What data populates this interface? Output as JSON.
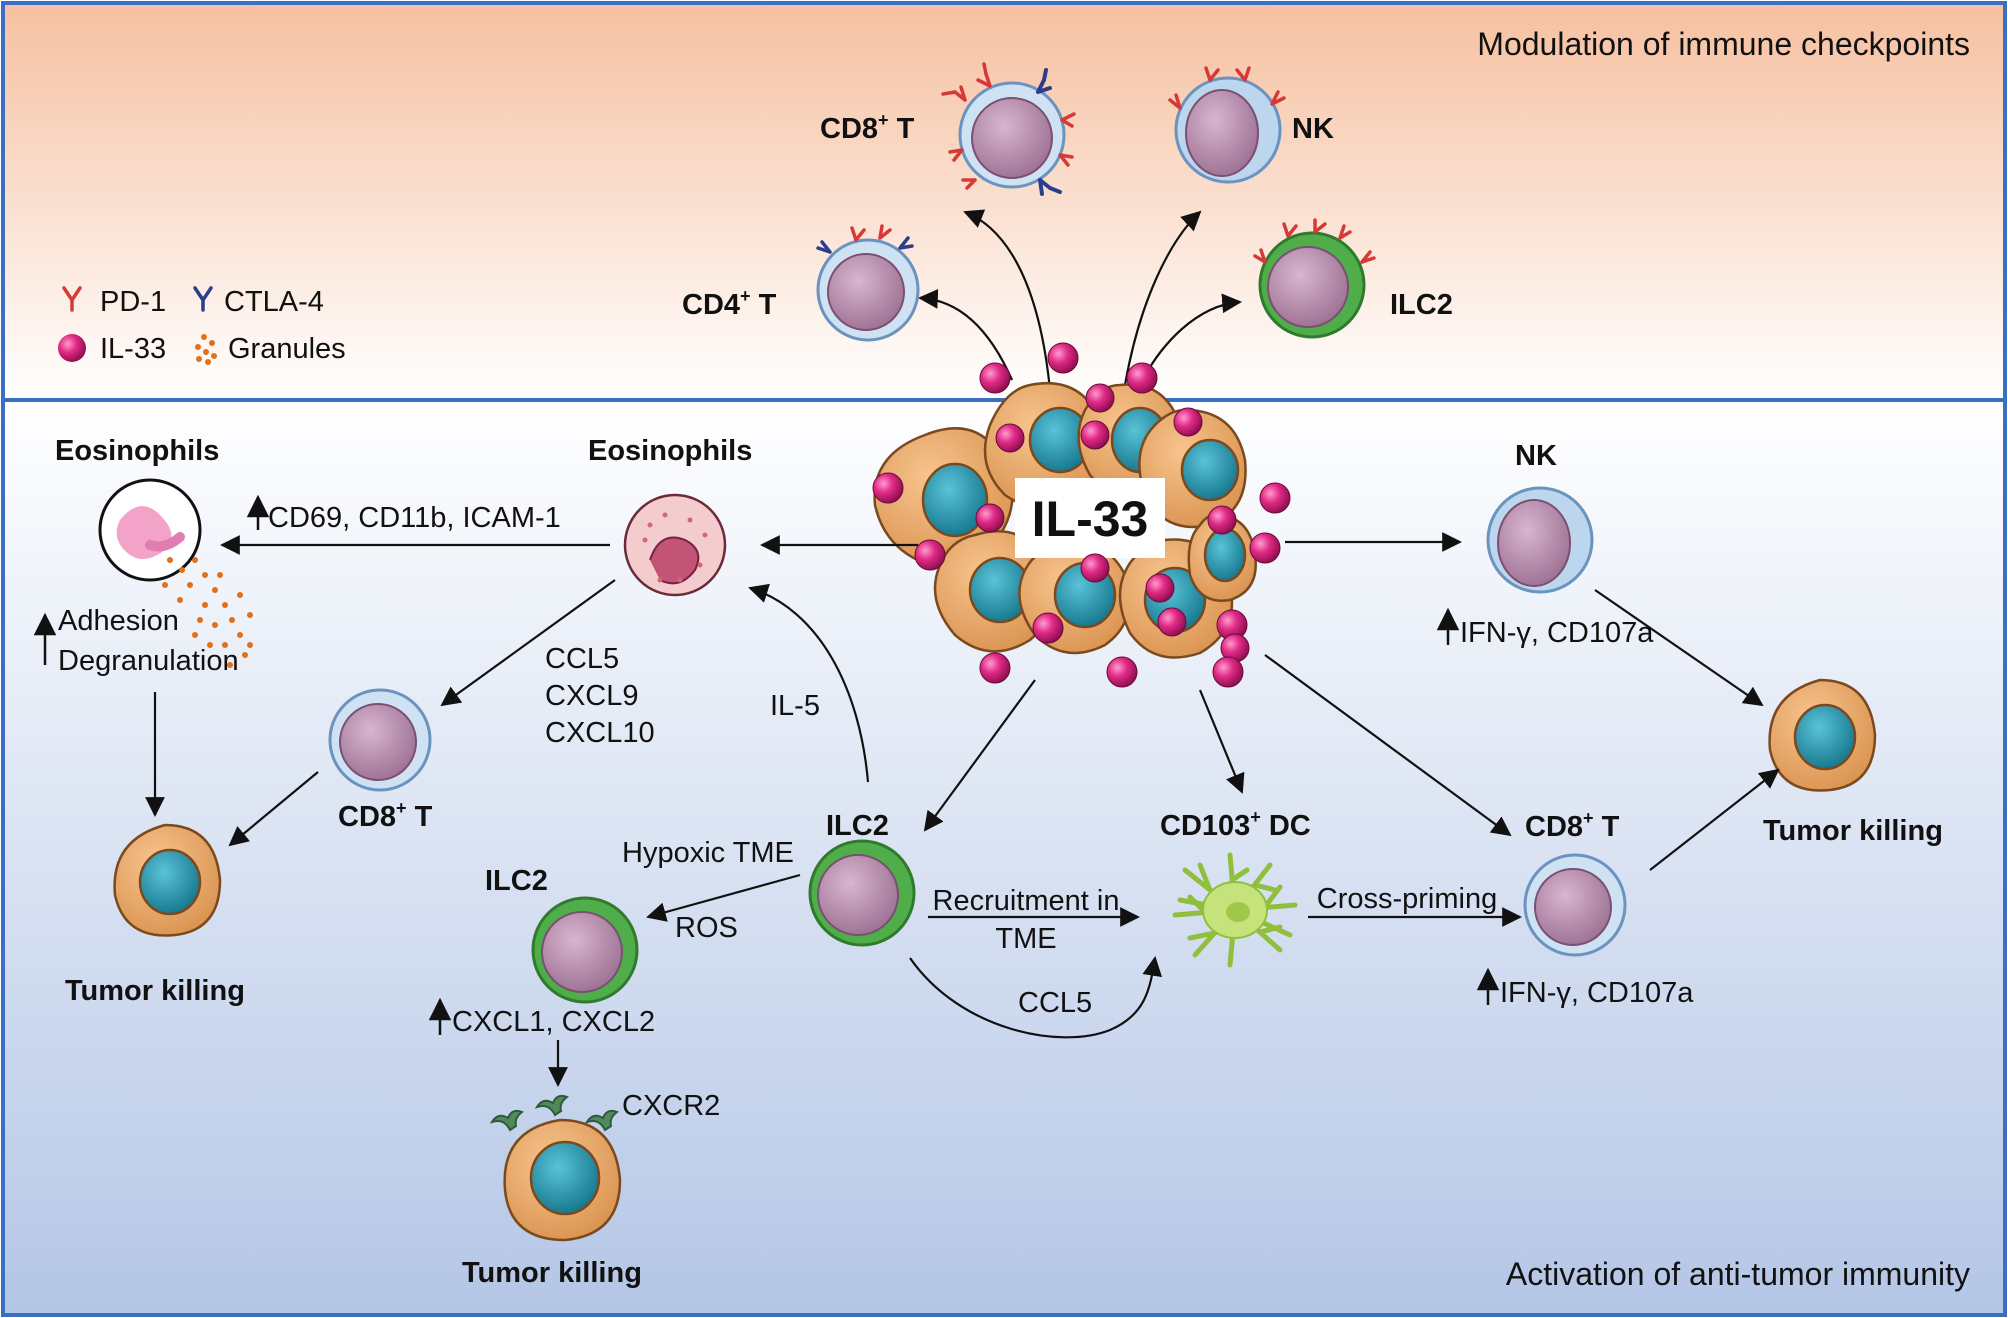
{
  "panels": {
    "top_title": "Modulation of immune checkpoints",
    "bottom_title": "Activation of anti-tumor immunity"
  },
  "legend": {
    "pd1": "PD-1",
    "ctla4": "CTLA-4",
    "il33": "IL-33",
    "granules": "Granules"
  },
  "center": {
    "label": "IL-33"
  },
  "checkpoint_cells": {
    "cd8": {
      "main": "CD8",
      "sup": "+",
      "suffix": " T"
    },
    "nk": "NK",
    "cd4": {
      "main": "CD4",
      "sup": "+",
      "suffix": " T"
    },
    "ilc2": "ILC2"
  },
  "labels": {
    "eos_left": "Eosinophils",
    "eos_mid": "Eosinophils",
    "markers_eos": "CD69, CD11b, ICAM-1",
    "adhesion": "Adhesion",
    "degranulation": "Degranulation",
    "tumor_killing_1": "Tumor killing",
    "tumor_killing_2": "Tumor killing",
    "tumor_killing_3": "Tumor killing",
    "ccl5": "CCL5",
    "cxcl9": "CXCL9",
    "cxcl10": "CXCL10",
    "cd8_left": {
      "main": "CD8",
      "sup": "+",
      "suffix": " T"
    },
    "il5": "IL-5",
    "ilc2_center": "ILC2",
    "ilc2_small": "ILC2",
    "hypoxic": "Hypoxic TME",
    "ros": "ROS",
    "cxcl12": "CXCL1, CXCL2",
    "cxcr2": "CXCR2",
    "cd103": {
      "main": "CD103",
      "sup": "+",
      "suffix": "  DC"
    },
    "recruit_1": "Recruitment in",
    "recruit_2": "TME",
    "ccl5_b": "CCL5",
    "cross": "Cross-priming",
    "nk_right": "NK",
    "ifn_nk": "IFN-γ, CD107a",
    "cd8_right": {
      "main": "CD8",
      "sup": "+",
      "suffix": "  T"
    },
    "ifn_cd8": "IFN-γ, CD107a"
  },
  "colors": {
    "top_bg": "#f6c6a8",
    "bottom_bg": "#b6c8e6",
    "frame": "#3a6fc4",
    "pd1": "#d63a36",
    "ctla4": "#2b3d8c",
    "il33": "#d61f7a",
    "tumor_body": "#e9a866",
    "tumor_nucleus": "#1d8fa6",
    "cell_purple": "#b98fae",
    "tcell_shell": "#bfd7ee",
    "ilc2_shell": "#3a9a3a",
    "dc_green": "#b9dc6a"
  }
}
